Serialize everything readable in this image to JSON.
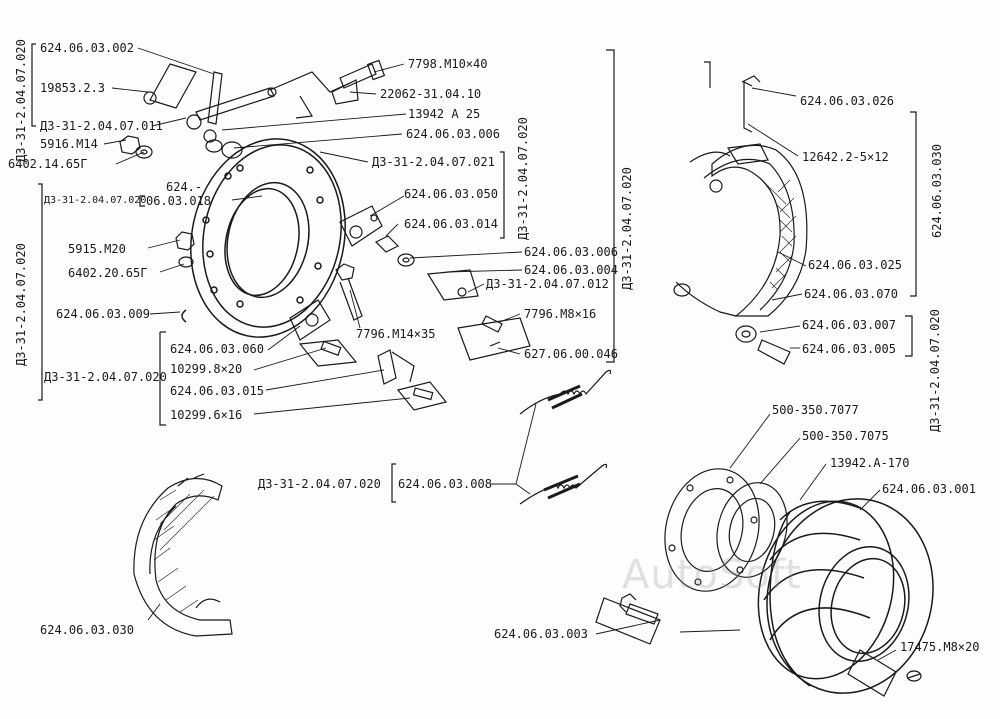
{
  "labels": {
    "l01": "624.06.03.002",
    "l02": "19853.2.3",
    "l03": "Д3-31-2.04.07.011",
    "l04": "5916.M14",
    "l05": "6402.14.65Г",
    "l06": "Д3-31-2.04.07.020",
    "l07": "624.-",
    "l08": "06.03.018",
    "l09": "5915.M20",
    "l10": "6402.20.65Г",
    "l11": "624.06.03.009",
    "l12": "624.06.03.060",
    "l13": "10299.8×20",
    "l14": "Д3-31-2.04.07.020",
    "l15": "624.06.03.015",
    "l16": "10299.6×16",
    "l17": "7798.M10×40",
    "l18": "22062-31.04.10",
    "l19": "13942 A 25",
    "l20": "624.06.03.006",
    "l21": "Д3-31-2.04.07.021",
    "l22": "624.06.03.050",
    "l23": "624.06.03.014",
    "l24": "624.06.03.006",
    "l25": "624.06.03.004",
    "l26": "Д3-31-2.04.07.012",
    "l27": "7796.M8×16",
    "l28": "627.06.00.046",
    "l29": "7796.M14×35",
    "l30": "Д3-31-2.04.07.020",
    "l31": "624.06.03.008",
    "l32": "624.06.03.026",
    "l33": "12642.2-5×12",
    "l34": "624.06.03.025",
    "l35": "624.06.03.070",
    "l36": "624.06.03.007",
    "l37": "624.06.03.005",
    "l38": "500-350.7077",
    "l39": "500-350.7075",
    "l40": "13942.A-170",
    "l41": "624.06.03.001",
    "l42": "624.06.03.030",
    "l43": "624.06.03.003",
    "l44": "17475.M8×20"
  },
  "vertical": {
    "v1": "Д3-31-2.04.07.020",
    "v2": "Д3-31-2.04.07.020",
    "v3": "Д3-31-2.04.07.020",
    "v4": "Д3-31-2.04.07.020",
    "v5": "624.06.03.030",
    "v6": "Д3-31-2.04.07.020"
  },
  "watermark": "AutoSoft"
}
